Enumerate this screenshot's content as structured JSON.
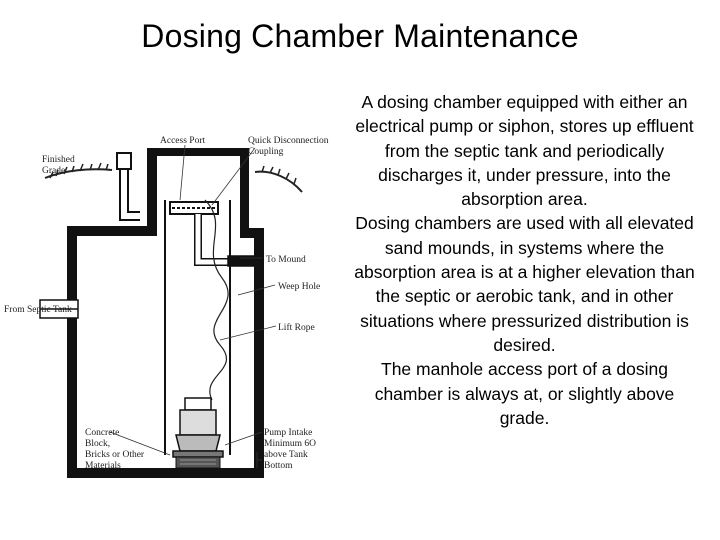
{
  "title": "Dosing Chamber Maintenance",
  "diagram": {
    "labels": {
      "access_port": "Access Port",
      "quick_disconnection_1": "Quick Disconnection",
      "quick_disconnection_2": "Coupling",
      "finished_grade_1": "Finished",
      "finished_grade_2": "Grade",
      "to_mound": "To Mound",
      "weep_hole": "Weep Hole",
      "from_septic_tank": "From Septic Tank",
      "lift_rope": "Lift Rope",
      "concrete_1": "Concrete",
      "concrete_2": "Block,",
      "concrete_3": "Bricks or Other",
      "concrete_4": "Materials",
      "pump_intake_1": "Pump Intake",
      "pump_intake_2": "Minimum 6O",
      "pump_intake_3": "above Tank",
      "pump_intake_4": "Bottom"
    }
  },
  "paragraphs": [
    "A dosing chamber equipped with either an electrical pump or siphon, stores up effluent from the septic tank and periodically discharges it, under pressure, into the absorption area.",
    "Dosing chambers are used with all elevated sand mounds, in systems where the absorption area is at a higher elevation than the septic or aerobic tank, and in other situations where pressurized distribution is desired.",
    "The manhole access port of a dosing chamber is always at, or slightly above grade."
  ]
}
